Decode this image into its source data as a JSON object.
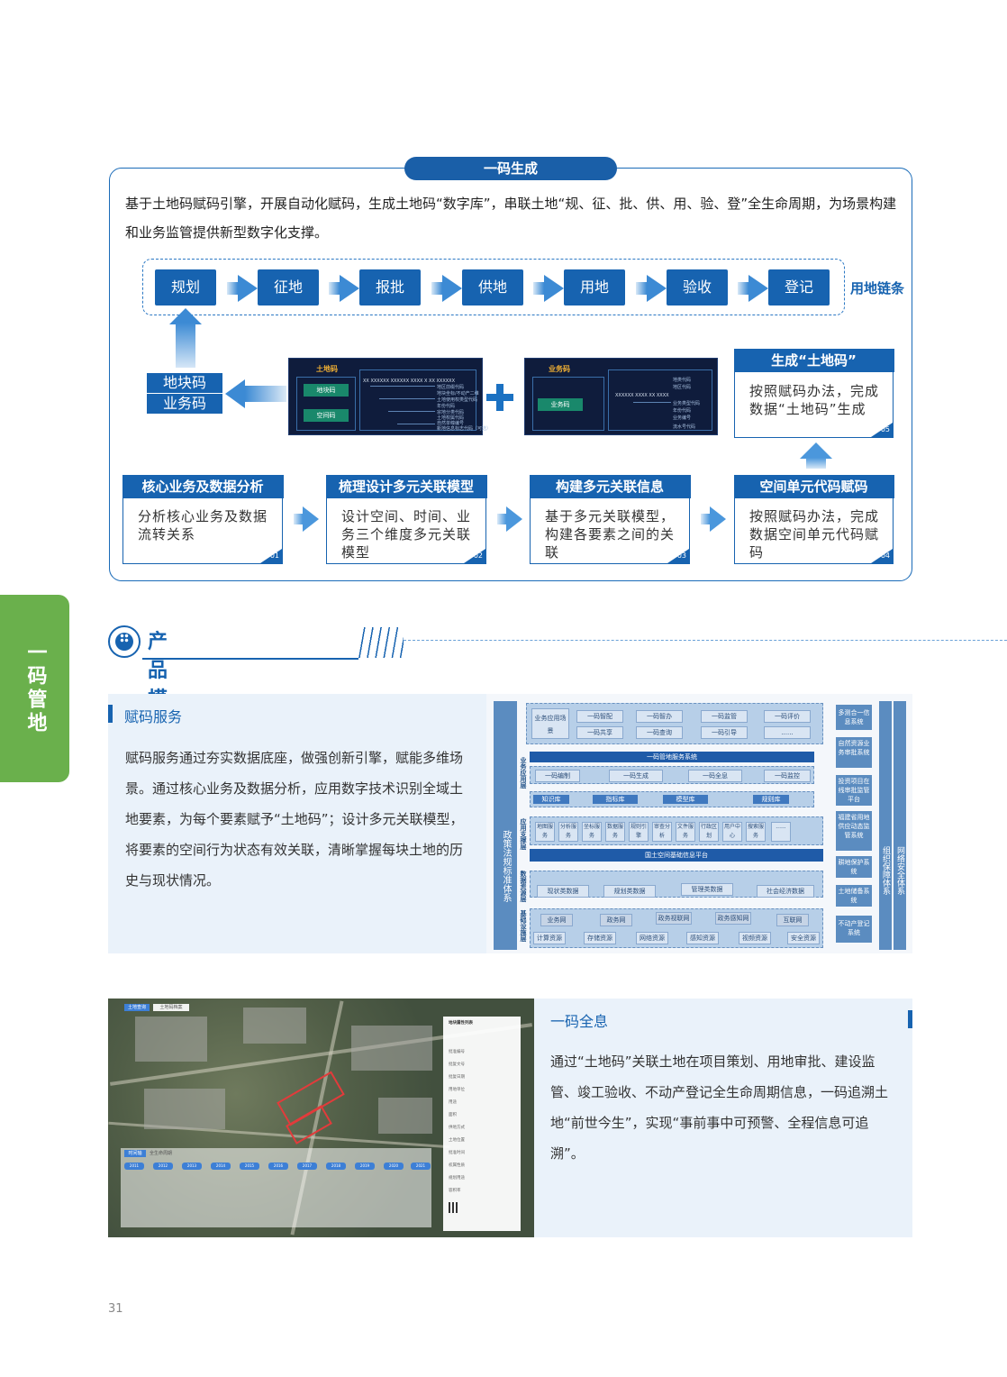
{
  "side_tab": "一码管地",
  "generation": {
    "title": "一码生成",
    "description": "基于土地码赋码引擎，开展自动化赋码，生成土地码“数字库”，串联土地“规、征、批、供、用、验、登”全生命周期，为场景构建和业务监管提供新型数字化支撑。",
    "chain": [
      "规划",
      "征地",
      "报批",
      "供地",
      "用地",
      "验收",
      "登记"
    ],
    "chain_label": "用地链条",
    "code_tags": [
      "地块码",
      "业务码"
    ],
    "land_panel": {
      "title": "土地码",
      "chips": [
        "地块码",
        "空间码"
      ],
      "code": "XX XXXXXX XXXXXX XXXX X XX XXXXXX",
      "fields": [
        "地区前缀代码",
        "地块坐标/不动产二维",
        "土地使用权类型代码",
        "年份代码",
        "宗地分类代码",
        "土地权属代码",
        "自然单幢编号",
        "新地信息标志代码（可选）"
      ]
    },
    "biz_panel": {
      "title": "业务码",
      "chip": "业务码",
      "code": "XXXXXX XXXX XX XXXX",
      "fields": [
        "地类代码",
        "地区代码",
        "业务类型代码",
        "年份代码",
        "业务编号",
        "流水号代码"
      ]
    },
    "cards": [
      {
        "title": "核心业务及数据分析",
        "body": "分析核心业务及数据流转关系",
        "num": "01"
      },
      {
        "title": "梳理设计多元关联模型",
        "body": "设计空间、时间、业务三个维度多元关联模型",
        "num": "02"
      },
      {
        "title": "构建多元关联信息",
        "body": "基于多元关联模型，构建各要素之间的关联",
        "num": "03"
      },
      {
        "title": "空间单元代码赋码",
        "body": "按照赋码办法，完成数据空间单元代码赋码",
        "num": "04"
      },
      {
        "title": "生成“土地码”",
        "body": "按照赋码办法，完成数据“土地码”生成",
        "num": "05"
      }
    ]
  },
  "product": {
    "title": "产品模块"
  },
  "service": {
    "title": "赋码服务",
    "text": "赋码服务通过夯实数据底座，做强创新引擎，赋能多维场景。通过核心业务及数据分析，应用数字技术识别全域土地要素，为每个要素赋予“土地码”；设计多元关联模型，将要素的空间行为状态有效关联，清晰掌握每块土地的历史与现状情况。"
  },
  "architecture": {
    "left_col": "政策法规标准体系",
    "right_col1": "组织保障体系",
    "right_col2": "网络安全体系",
    "layers": [
      "业务应用层",
      "应用支撑层",
      "数据资源层",
      "基础设施层"
    ],
    "apps_label": "业务应用场景",
    "apps_row1": [
      "一码智配",
      "一码智办",
      "一码监管",
      "一码评价"
    ],
    "apps_row2": [
      "一码共享",
      "一码查询",
      "一码引导",
      "......"
    ],
    "service_bar": "一码管地服务系统",
    "services": [
      "一码编制",
      "一码生成",
      "一码全息",
      "一码监控"
    ],
    "libs": [
      "知识库",
      "指标库",
      "模型库",
      "规则库"
    ],
    "tools": [
      "地图服务",
      "分析服务",
      "坐标服务",
      "数据服务",
      "规则引擎",
      "审查分析",
      "文件服务",
      "行政区划",
      "用户中心",
      "搜索服务",
      "......"
    ],
    "platform": "国土空间基础信息平台",
    "data": [
      "现状类数据",
      "规划类数据",
      "管理类数据",
      "社会经济数据"
    ],
    "networks": [
      "业务网",
      "政务网",
      "政务视联网",
      "政务感知网",
      "互联网"
    ],
    "infra": [
      "计算资源",
      "存储资源",
      "网络资源",
      "感知资源",
      "视频资源",
      "安全资源"
    ],
    "right_systems": [
      "多测合一信息系统",
      "自然资源业务审批系统",
      "投资项目在线审批监管平台",
      "福建省用地供应动态监管系统",
      "耕地保护系统",
      "土地储备系统",
      "不动产登记系统"
    ]
  },
  "map": {
    "tabs": [
      "土地查询",
      "土地码档案"
    ],
    "panel_title": "地块属性列表",
    "timeline_tabs": [
      "时间轴",
      "全生命周期"
    ],
    "years": [
      "2011",
      "2012",
      "2013",
      "2014",
      "2015",
      "2016",
      "2017",
      "2018",
      "2019",
      "2020",
      "2021"
    ],
    "info_rows": [
      "批准编号",
      "批复文号",
      "批复日期",
      "用地单位",
      "用途",
      "面积",
      "供地方式",
      "土地位置",
      "批准时间",
      "权属性质",
      "规划用途",
      "容积率"
    ]
  },
  "fullinfo": {
    "title": "一码全息",
    "text": "通过“土地码”关联土地在项目策划、用地审批、建设监管、竣工验收、不动产登记全生命周期信息，一码追溯土地“前世今生”，实现“事前事中可预警、全程信息可追溯”。"
  },
  "page_number": "31",
  "colors": {
    "primary": "#1763b0",
    "side_tab": "#6ab04c",
    "panel_bg": "#eaf2fa"
  }
}
